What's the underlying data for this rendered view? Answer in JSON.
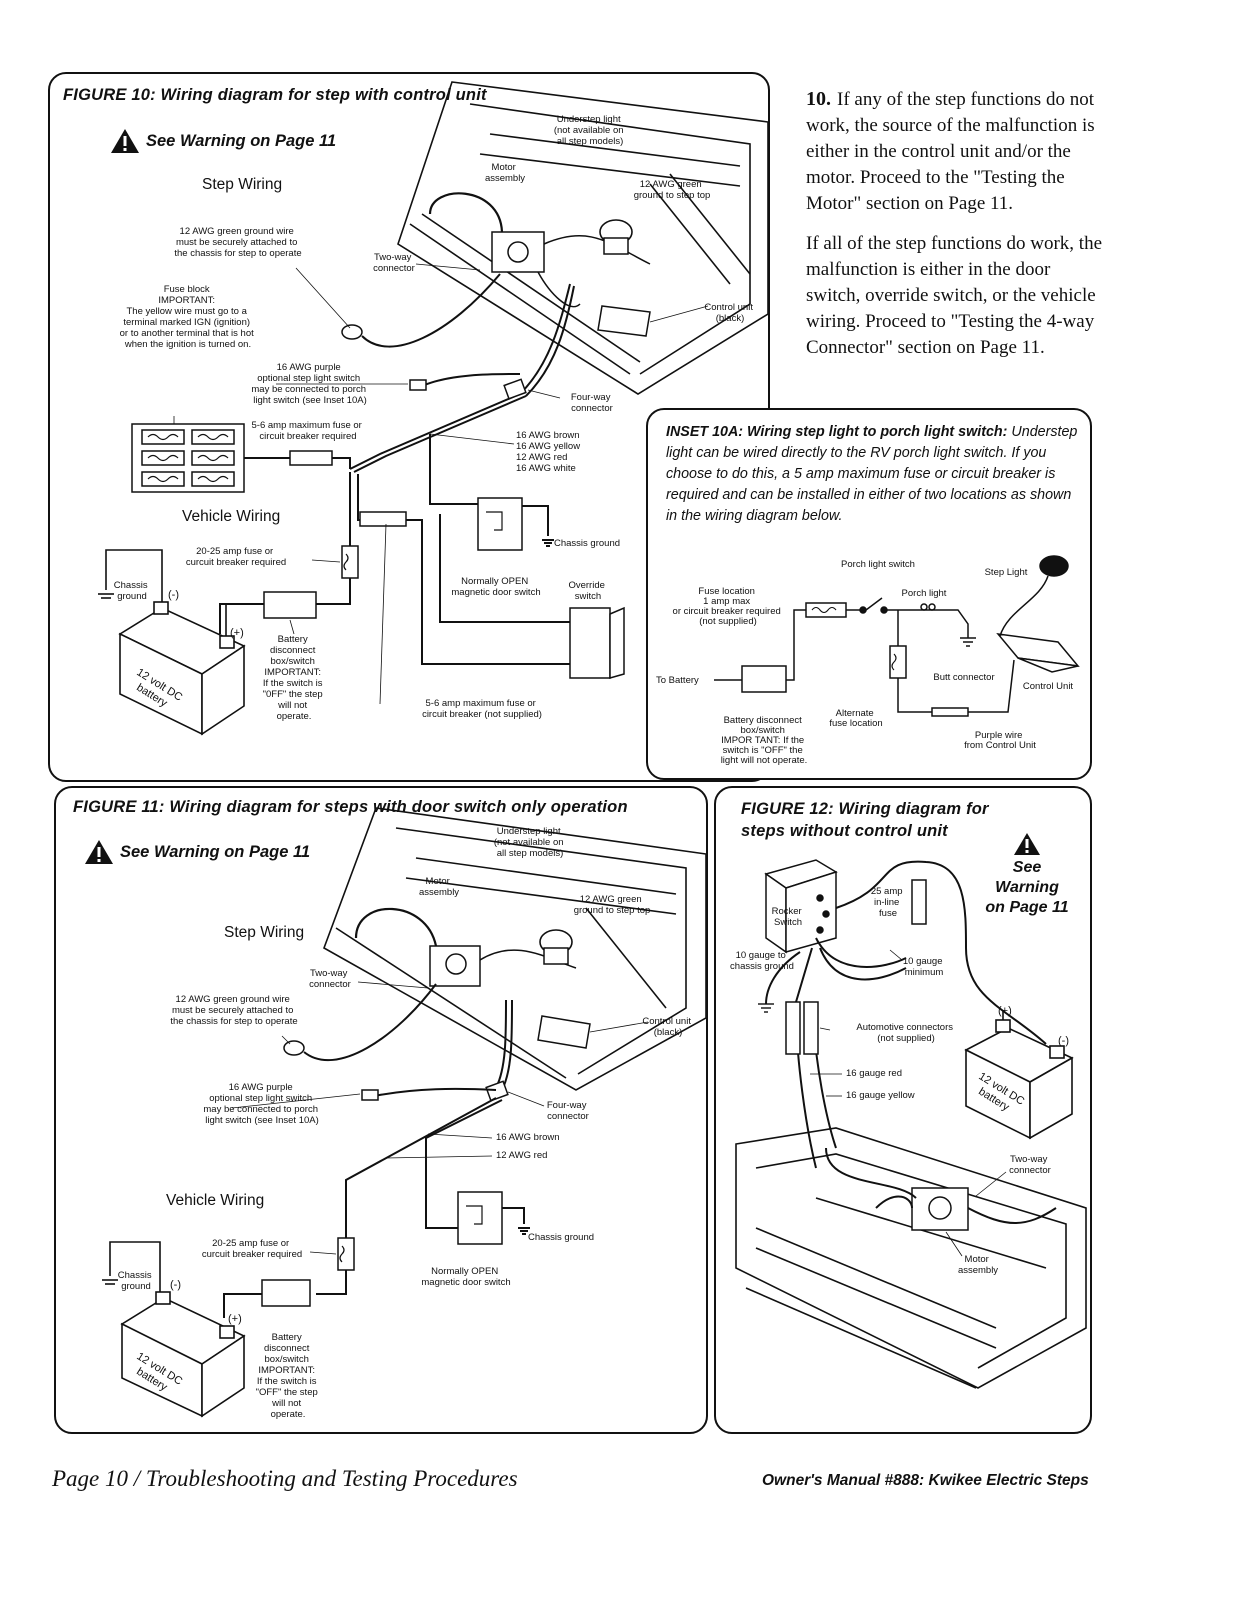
{
  "step10": {
    "number": "10.",
    "para1": "If any of the step functions do not work, the source of the malfunction is either in the control unit and/or the motor. Proceed to the \"Testing the Motor\" section on Page 11.",
    "para2": "If all of the step functions do work, the malfunction is either in the door switch, override switch, or the vehicle wiring. Proceed to \"Testing the 4-way Connector\" section on Page 11."
  },
  "fig10": {
    "title": "FIGURE 10: Wiring diagram for step with control unit",
    "warning": "See Warning on Page 11",
    "section_step": "Step Wiring",
    "section_vehicle": "Vehicle Wiring",
    "labels": {
      "understep": [
        "Understep light",
        "(not available on",
        "all step models)"
      ],
      "motor": [
        "Motor",
        "assembly"
      ],
      "green_top": [
        "12 AWG green",
        "ground to step top"
      ],
      "green_ground": [
        "12 AWG green ground wire",
        "must be securely attached to",
        "the chassis for step to operate"
      ],
      "two_way": [
        "Two-way",
        "connector"
      ],
      "fuse_block": [
        "Fuse block",
        "IMPORTANT:",
        "The yellow wire must go to a",
        "terminal marked IGN (ignition)",
        "or to another terminal that is hot",
        "when the ignition is turned on."
      ],
      "control_unit": [
        "Control unit",
        "(black)"
      ],
      "purple": [
        "16 AWG purple",
        "optional step light switch",
        "may be connected to porch",
        "light switch (see Inset 10A)"
      ],
      "four_way": [
        "Four-way",
        "connector"
      ],
      "fuse56_top": [
        "5-6 amp maximum fuse or",
        "circuit breaker required"
      ],
      "wires": [
        "16 AWG brown",
        "16 AWG yellow",
        "12 AWG red",
        "16 AWG white"
      ],
      "chassis_ground": "Chassis ground",
      "fuse2025": [
        "20-25 amp fuse or",
        "curcuit breaker required"
      ],
      "chassis_ground2": [
        "Chassis",
        "ground"
      ],
      "door_switch": [
        "Normally OPEN",
        "magnetic door switch"
      ],
      "override": [
        "Override",
        "switch"
      ],
      "minus": "(-)",
      "plus": "(+)",
      "battery_label": [
        "12 volt DC",
        "battery"
      ],
      "disconnect": [
        "Battery",
        "disconnect",
        "box/switch",
        "IMPORTANT:",
        "If the switch is",
        "\"0FF\" the step",
        "will not",
        "operate."
      ],
      "fuse56_bottom": [
        "5-6 amp maximum fuse or",
        "circuit breaker (not supplied)"
      ]
    }
  },
  "inset10a": {
    "title": "INSET 10A: Wiring step light to porch light",
    "title_cont": "switch:",
    "body": "Understep light can be wired directly to the RV porch light switch. If you choose to do this, a 5 amp maximum fuse or circuit breaker is required and can be installed in either of two locations as shown in the wiring diagram below.",
    "labels": {
      "porch_switch": "Porch light switch",
      "step_light": "Step Light",
      "porch_light": "Porch light",
      "fuse_location": [
        "Fuse location",
        "1 amp max",
        "or circuit breaker required",
        "(not supplied)"
      ],
      "to_battery": "To Battery",
      "butt_connector": "Butt connector",
      "control_unit": "Control Unit",
      "disconnect": [
        "Battery disconnect",
        "box/switch",
        "IMPOR TANT: If the",
        "switch is \"OFF\" the",
        "light will not operate."
      ],
      "alternate": [
        "Alternate",
        "fuse location"
      ],
      "purple_wire": [
        "Purple wire",
        "from Control Unit"
      ]
    }
  },
  "fig11": {
    "title": "FIGURE 11: Wiring diagram for steps with door switch only operation",
    "warning": "See Warning on Page 11",
    "section_step": "Step Wiring",
    "section_vehicle": "Vehicle Wiring",
    "labels": {
      "understep": [
        "Understep light",
        "(not available on",
        "all step models)"
      ],
      "motor": [
        "Motor",
        "assembly"
      ],
      "green_top": [
        "12 AWG green",
        "ground to step top"
      ],
      "two_way": [
        "Two-way",
        "connector"
      ],
      "green_ground": [
        "12 AWG green ground wire",
        "must be securely attached to",
        "the chassis for step to operate"
      ],
      "control_unit": [
        "Control unit",
        "(black)"
      ],
      "purple": [
        "16 AWG purple",
        "optional step light switch",
        "may be connected to porch",
        "light switch (see Inset 10A)"
      ],
      "four_way": [
        "Four-way",
        "connector"
      ],
      "brown": "16 AWG brown",
      "red": "12 AWG red",
      "chassis_ground": "Chassis ground",
      "fuse2025": [
        "20-25 amp fuse or",
        "curcuit breaker required"
      ],
      "chassis_ground2": [
        "Chassis",
        "ground"
      ],
      "door_switch": [
        "Normally OPEN",
        "magnetic door switch"
      ],
      "minus": "(-)",
      "plus": "(+)",
      "battery_label": [
        "12 volt DC",
        "battery"
      ],
      "disconnect": [
        "Battery",
        "disconnect",
        "box/switch",
        "IMPORTANT:",
        "If the switch is",
        "\"OFF\" the step",
        "will not",
        "operate."
      ]
    }
  },
  "fig12": {
    "title": [
      "FIGURE 12: Wiring diagram for",
      "steps without control unit"
    ],
    "warning": [
      "See",
      "Warning",
      "on Page 11"
    ],
    "labels": {
      "rocker": [
        "Rocker",
        "Switch"
      ],
      "fuse25": [
        "25 amp",
        "in-line",
        "fuse"
      ],
      "chassis10": [
        "10 gauge to",
        "chassis ground"
      ],
      "gauge10": [
        "10 gauge",
        "minimum"
      ],
      "plus": "(+)",
      "minus": "(-)",
      "auto_conn": [
        "Automotive connectors",
        "(not supplied)"
      ],
      "red16": "16 gauge red",
      "yellow16": "16 gauge yellow",
      "battery_label": [
        "12 volt DC",
        "battery"
      ],
      "two_way": [
        "Two-way",
        "connector"
      ],
      "motor": [
        "Motor",
        "assembly"
      ]
    }
  },
  "footer": {
    "left": "Page 10 / Troubleshooting and Testing Procedures",
    "right": "Owner's Manual #888: Kwikee Electric Steps"
  }
}
